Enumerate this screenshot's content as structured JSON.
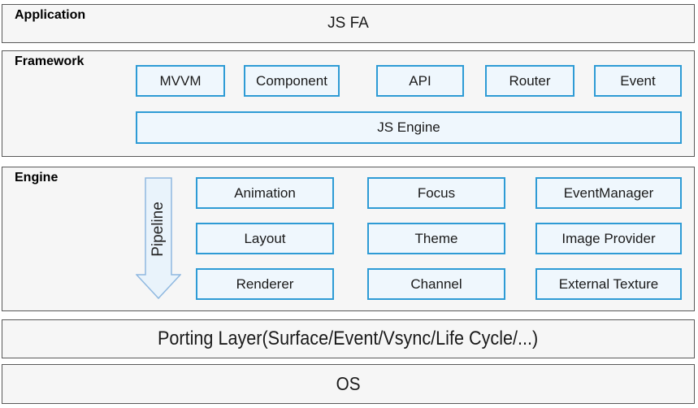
{
  "colors": {
    "module_box_fill": "#eff7fd",
    "module_box_border": "#2e9bd5",
    "section_fill": "#f6f6f6",
    "section_border": "#595959",
    "arrow_fill": "#e9f3fb",
    "arrow_border": "#8fb8e0",
    "text": "#1a1a1a"
  },
  "layers": {
    "application": {
      "label": "Application",
      "content": "JS FA"
    },
    "framework": {
      "label": "Framework",
      "modules": [
        "MVVM",
        "Component",
        "API",
        "Router",
        "Event"
      ],
      "engine_bar": "JS Engine"
    },
    "engine": {
      "label": "Engine",
      "pipeline": "Pipeline",
      "modules": [
        "Animation",
        "Focus",
        "EventManager",
        "Layout",
        "Theme",
        "Image Provider",
        "Renderer",
        "Channel",
        "External Texture"
      ]
    },
    "porting": {
      "label": "Porting Layer(Surface/Event/Vsync/Life Cycle/...)"
    },
    "os": {
      "label": "OS"
    }
  }
}
